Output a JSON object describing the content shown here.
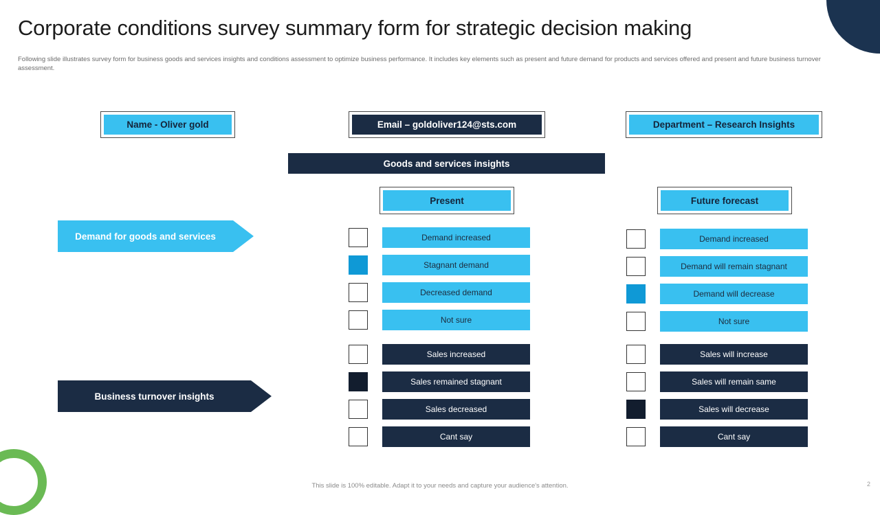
{
  "slide": {
    "title": "Corporate conditions survey summary form for strategic decision making",
    "subtitle": "Following slide illustrates survey form for business goods and services insights and conditions assessment to optimize business performance. It includes key elements such as present and future demand for products and services offered and present and future business turnover assessment.",
    "footer_note": "This slide is 100% editable. Adapt it to your needs and capture your audience's attention.",
    "page_number": "2"
  },
  "fields": {
    "name": "Name -  Oliver gold",
    "email": "Email – goldoliver124@sts.com",
    "department": "Department – Research Insights"
  },
  "section": {
    "banner": "Goods and services insights"
  },
  "columns": {
    "present": "Present",
    "future": "Future forecast"
  },
  "arrows": {
    "demand": "Demand for goods and services",
    "turnover": "Business turnover insights"
  },
  "options": {
    "present_demand": [
      {
        "label": "Demand increased",
        "checked": false
      },
      {
        "label": "Stagnant demand",
        "checked": true
      },
      {
        "label": "Decreased demand",
        "checked": false
      },
      {
        "label": "Not sure",
        "checked": false
      }
    ],
    "present_sales": [
      {
        "label": "Sales increased",
        "checked": false
      },
      {
        "label": "Sales remained stagnant",
        "checked": true
      },
      {
        "label": "Sales decreased",
        "checked": false
      },
      {
        "label": "Cant say",
        "checked": false
      }
    ],
    "future_demand": [
      {
        "label": "Demand increased",
        "checked": false
      },
      {
        "label": "Demand will remain stagnant",
        "checked": false
      },
      {
        "label": "Demand will decrease",
        "checked": true
      },
      {
        "label": "Not sure",
        "checked": false
      }
    ],
    "future_sales": [
      {
        "label": "Sales will increase",
        "checked": false
      },
      {
        "label": "Sales will remain same",
        "checked": false
      },
      {
        "label": "Sales will decrease",
        "checked": true
      },
      {
        "label": "Cant say",
        "checked": false
      }
    ]
  },
  "colors": {
    "cyan": "#39c0f0",
    "cyan_checked": "#0f99d6",
    "navy": "#1b2c44",
    "navy_checked": "#121d2e",
    "accent_green": "#6aba54",
    "corner_navy": "#1b3350"
  }
}
